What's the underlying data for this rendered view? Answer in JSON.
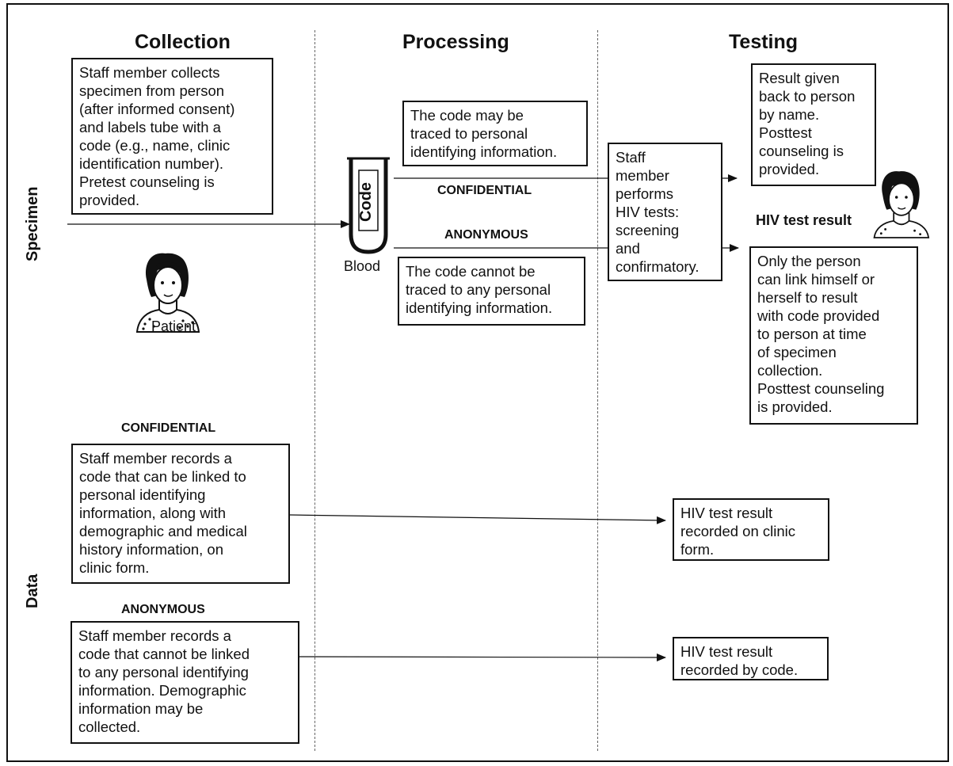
{
  "columns": {
    "collection": "Collection",
    "processing": "Processing",
    "testing": "Testing"
  },
  "rows": {
    "specimen": "Specimen",
    "data": "Data"
  },
  "boxes": {
    "collect": "Staff member collects\nspecimen from person\n(after informed consent)\nand labels tube with a\ncode (e.g., name, clinic\nidentification number).\nPretest counseling is\nprovided.",
    "traced": "The code may be\ntraced to personal\nidentifying information.",
    "untraced": "The code cannot be\ntraced to any personal\nidentifying information.",
    "performs": "Staff\nmember\nperforms\nHIV tests:\nscreening\nand\nconfirmatory.",
    "result_name": "Result given\nback to person\nby name.\nPosttest\ncounseling is\nprovided.",
    "result_code": "Only the person\ncan link himself or\nherself to result\nwith code provided\nto person at time\nof specimen\ncollection.\nPosttest counseling\nis provided.",
    "record_linked": "Staff member records a\ncode that can be linked to\npersonal identifying\ninformation, along with\ndemographic and medical\nhistory information, on\nclinic form.",
    "record_unlinked": "Staff member records a\ncode that cannot be linked\nto any personal identifying\ninformation. Demographic\ninformation may be\ncollected.",
    "clinic_form": "HIV test result\nrecorded on clinic\nform.",
    "by_code": "HIV test result\nrecorded by code."
  },
  "labels": {
    "confidential": "CONFIDENTIAL",
    "anonymous": "ANONYMOUS",
    "data_confidential": "CONFIDENTIAL",
    "data_anonymous": "ANONYMOUS",
    "patient": "Patient",
    "blood": "Blood",
    "tube_code": "Code",
    "hiv_test_result": "HIV test result"
  }
}
